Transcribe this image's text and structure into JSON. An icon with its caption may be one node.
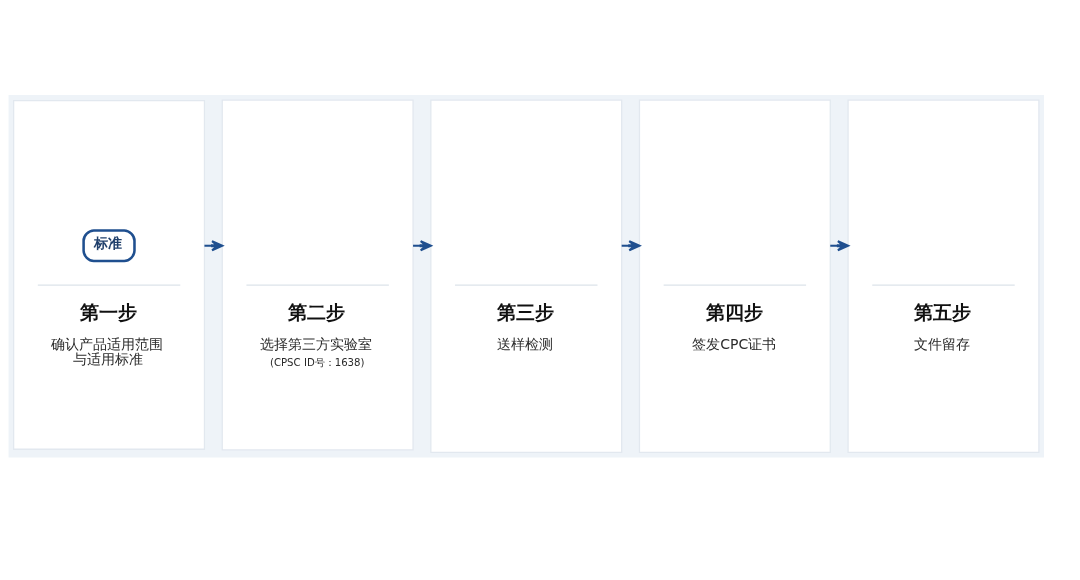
{
  "diagram": {
    "nodes": [
      {
        "text": [
          "标准",
          "第一步",
          "确认产品适用范围与适用标准"
        ]
      },
      {
        "text": [
          "第二步",
          "选择第三方实验室",
          "(CPSC ID号：1638)"
        ]
      },
      {
        "text": [
          "第三步",
          "送样检测"
        ]
      },
      {
        "text": [
          "第四步",
          "签发CPC证书"
        ]
      },
      {
        "text": [
          "第五步",
          "文件留存"
        ]
      }
    ],
    "edges": [
      {
        "from": 0,
        "to": 1,
        "arrow": "to"
      },
      {
        "from": 1,
        "to": 2,
        "arrow": "to"
      },
      {
        "from": 2,
        "to": 3,
        "arrow": "to"
      },
      {
        "from": 3,
        "to": 4,
        "arrow": "to"
      }
    ]
  }
}
